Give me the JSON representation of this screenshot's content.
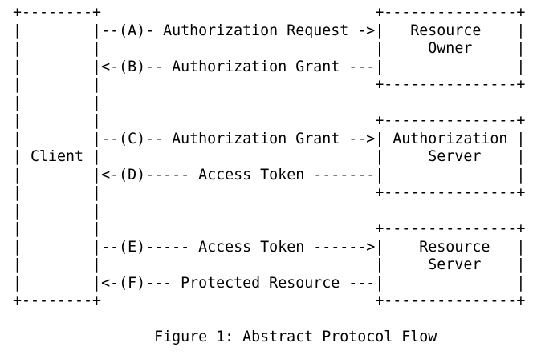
{
  "colors": {
    "text": "#000000",
    "background": "#ffffff"
  },
  "figure": {
    "caption": "Figure 1: Abstract Protocol Flow",
    "ascii_lines": [
      " +--------+                               +---------------+",
      " |        |--(A)- Authorization Request ->|   Resource    |",
      " |        |                               |     Owner     |",
      " |        |<-(B)-- Authorization Grant ---|               |",
      " |        |                               +---------------+",
      " |        |",
      " |        |                               +---------------+",
      " |        |--(C)-- Authorization Grant -->| Authorization |",
      " | Client |                               |     Server    |",
      " |        |<-(D)----- Access Token -------|               |",
      " |        |                               +---------------+",
      " |        |",
      " |        |                               +---------------+",
      " |        |--(E)----- Access Token ------>|    Resource   |",
      " |        |                               |     Server    |",
      " |        |<-(F)--- Protected Resource ---|               |",
      " +--------+                               +---------------+"
    ]
  },
  "diagram": {
    "type": "ascii-flow",
    "entities": [
      {
        "name": "Client"
      },
      {
        "name": "Resource Owner"
      },
      {
        "name": "Authorization Server"
      },
      {
        "name": "Resource Server"
      }
    ],
    "flows": [
      {
        "step": "A",
        "from": "Client",
        "to": "Resource Owner",
        "label": "Authorization Request"
      },
      {
        "step": "B",
        "from": "Resource Owner",
        "to": "Client",
        "label": "Authorization Grant"
      },
      {
        "step": "C",
        "from": "Client",
        "to": "Authorization Server",
        "label": "Authorization Grant"
      },
      {
        "step": "D",
        "from": "Authorization Server",
        "to": "Client",
        "label": "Access Token"
      },
      {
        "step": "E",
        "from": "Client",
        "to": "Resource Server",
        "label": "Access Token"
      },
      {
        "step": "F",
        "from": "Resource Server",
        "to": "Client",
        "label": "Protected Resource"
      }
    ]
  }
}
